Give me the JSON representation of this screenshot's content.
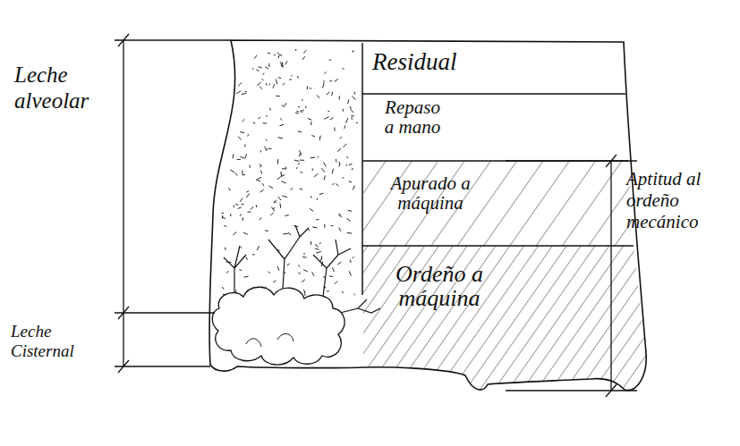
{
  "diagram": {
    "nodes": [
      {
        "text": [
          "Residual"
        ]
      },
      {
        "text": [
          "Repaso a mano"
        ]
      },
      {
        "text": [
          "Apurado a máquina"
        ]
      },
      {
        "text": [
          "Ordeño a máquina"
        ]
      }
    ],
    "labels": [
      "Leche alveolar",
      "Leche Cisternal",
      "Aptitud al ordeño mecánico"
    ]
  }
}
